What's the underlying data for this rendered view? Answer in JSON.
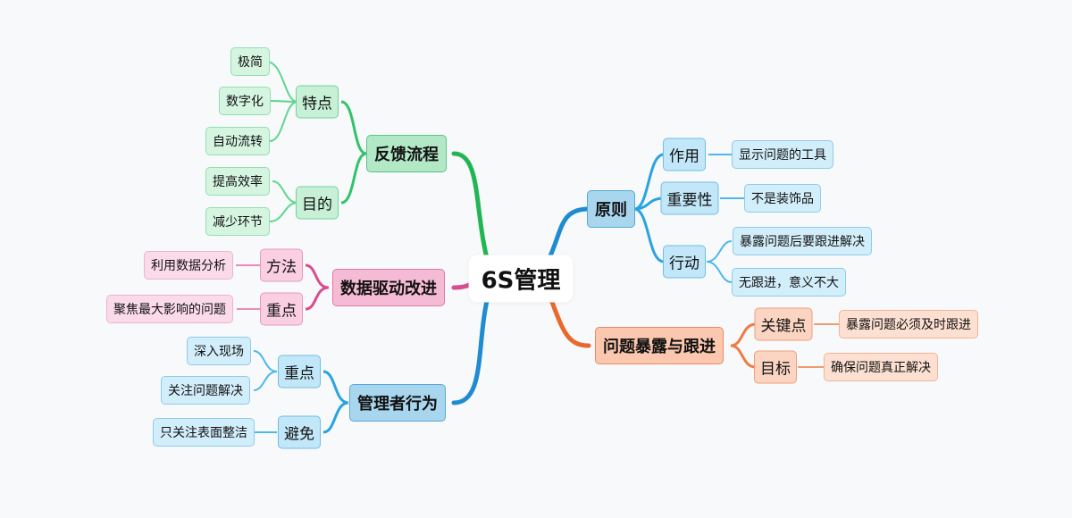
{
  "root": {
    "label": "6S管理"
  },
  "colors": {
    "green": "#2fc46a",
    "pink": "#d84d8f",
    "blue": "#1f8bd0",
    "orange": "#e8692c",
    "background": "#f7f9fb"
  },
  "branches": {
    "feedback": {
      "label": "反馈流程",
      "features": {
        "label": "特点",
        "items": [
          "极简",
          "数字化",
          "自动流转"
        ]
      },
      "purpose": {
        "label": "目的",
        "items": [
          "提高效率",
          "减少环节"
        ]
      }
    },
    "data_driven": {
      "label": "数据驱动改进",
      "method": {
        "label": "方法",
        "items": [
          "利用数据分析"
        ]
      },
      "focus": {
        "label": "重点",
        "items": [
          "聚焦最大影响的问题"
        ]
      }
    },
    "manager": {
      "label": "管理者行为",
      "focus": {
        "label": "重点",
        "items": [
          "深入现场",
          "关注问题解决"
        ]
      },
      "avoid": {
        "label": "避免",
        "items": [
          "只关注表面整洁"
        ]
      }
    },
    "principle": {
      "label": "原则",
      "role": {
        "label": "作用",
        "items": [
          "显示问题的工具"
        ]
      },
      "importance": {
        "label": "重要性",
        "items": [
          "不是装饰品"
        ]
      },
      "action": {
        "label": "行动",
        "items": [
          "暴露问题后要跟进解决",
          "无跟进，意义不大"
        ]
      }
    },
    "exposure": {
      "label": "问题暴露与跟进",
      "key": {
        "label": "关键点",
        "items": [
          "暴露问题必须及时跟进"
        ]
      },
      "goal": {
        "label": "目标",
        "items": [
          "确保问题真正解决"
        ]
      }
    }
  }
}
